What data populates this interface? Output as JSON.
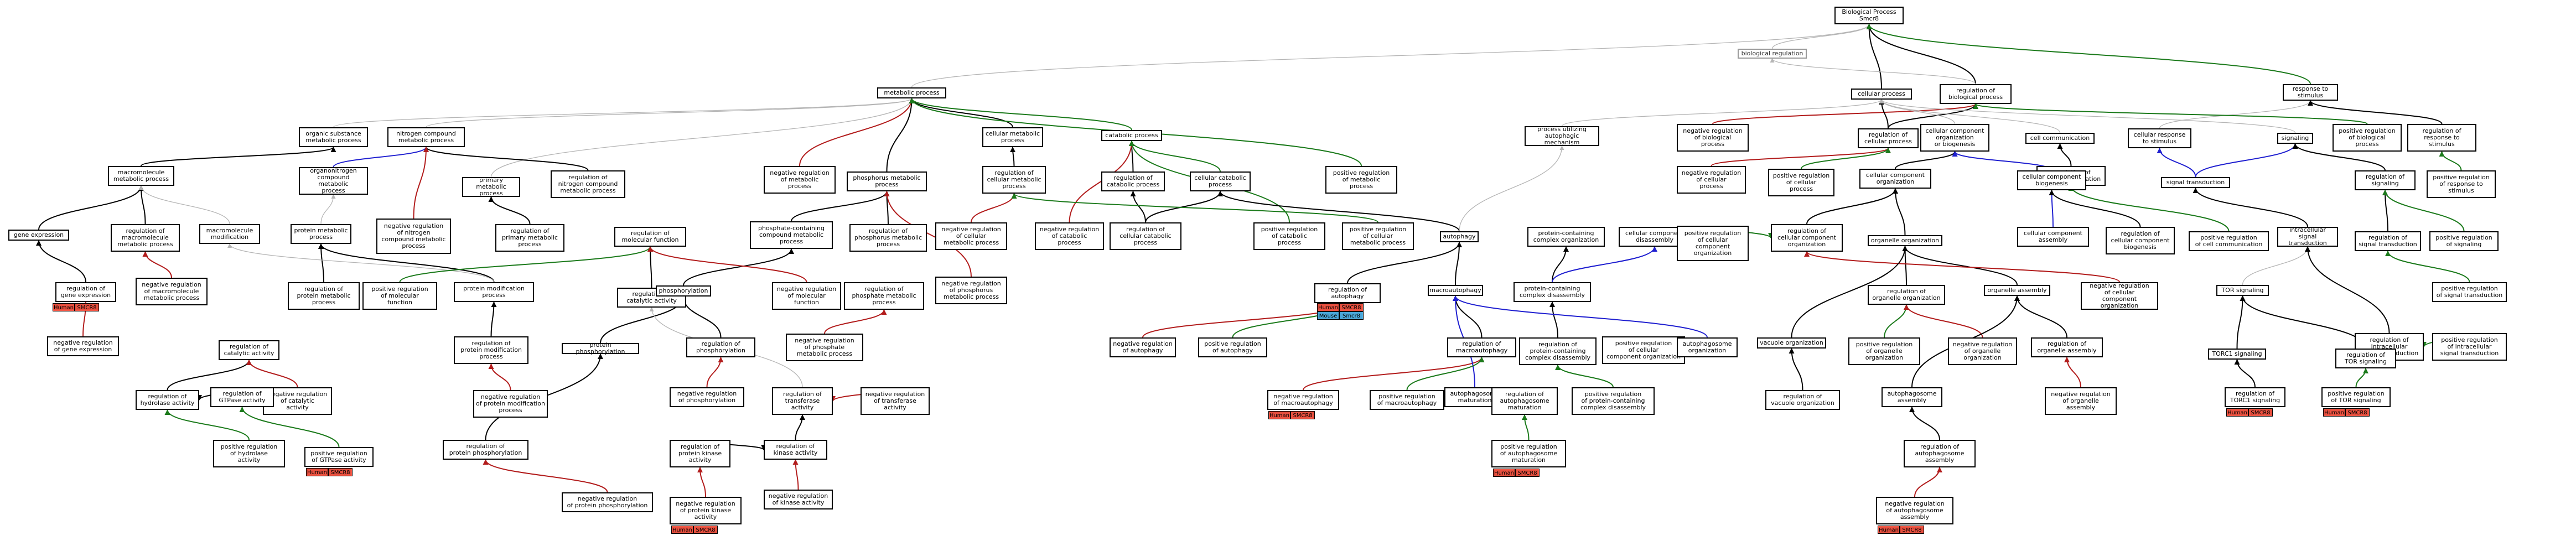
{
  "colors": {
    "arrow_black": "#000000",
    "arrow_red": "#b21c1c",
    "arrow_green": "#1b7a1b",
    "arrow_blue": "#1f1fd0",
    "arrow_grey": "#b5b5b5",
    "tag_human": "#e8503f",
    "tag_mouse": "#4aa6d8"
  },
  "nodes": {
    "bp": "Biological Process\nSmcr8",
    "biological_regulation": "biological regulation",
    "metabolic_process": "metabolic process",
    "cellular_process": "cellular process",
    "regulation_of_biological_process": "regulation of\nbiological process",
    "response_to_stimulus": "response to\nstimulus",
    "organic_substance_metabolic_process": "organic substance\nmetabolic process",
    "nitrogen_compound_metabolic_process": "nitrogen compound\nmetabolic process",
    "cellular_metabolic_process": "cellular metabolic\nprocess",
    "catabolic_process": "catabolic process",
    "process_utilizing_autophagic_mechanism": "process utilizing\nautophagic mechanism",
    "negative_regulation_of_biological_process": "negative regulation\nof biological\nprocess",
    "regulation_of_cellular_process": "regulation of\ncellular process",
    "cellular_component_organization_or_biogenesis": "cellular component\norganization\nor biogenesis",
    "cell_communication": "cell communication",
    "cellular_response_to_stimulus": "cellular response\nto stimulus",
    "signaling": "signaling",
    "positive_regulation_of_biological_process": "positive regulation\nof biological\nprocess",
    "regulation_of_response_to_stimulus": "regulation of\nresponse to\nstimulus",
    "macromolecule_metabolic_process": "macromolecule\nmetabolic process",
    "organonitrogen_compound_metabolic_process": "organonitrogen\ncompound metabolic\nprocess",
    "primary_metabolic_process": "primary metabolic\nprocess",
    "regulation_of_nitrogen_compound_metabolic_process": "regulation of\nnitrogen compound\nmetabolic process",
    "negative_regulation_of_metabolic_process": "negative regulation\nof metabolic\nprocess",
    "phosphorus_metabolic_process": "phosphorus metabolic\nprocess",
    "regulation_of_cellular_metabolic_process": "regulation of\ncellular metabolic\nprocess",
    "regulation_of_catabolic_process": "regulation of\ncatabolic process",
    "cellular_catabolic_process": "cellular catabolic\nprocess",
    "positive_regulation_of_metabolic_process": "positive regulation\nof metabolic\nprocess",
    "negative_regulation_of_cellular_process": "negative regulation\nof cellular\nprocess",
    "positive_regulation_of_cellular_process": "positive regulation\nof cellular\nprocess",
    "cellular_component_organization": "cellular component\norganization",
    "cellular_component_biogenesis": "cellular component\nbiogenesis",
    "regulation_of_cell_communication": "regulation of\ncell communication",
    "signal_transduction": "signal transduction",
    "regulation_of_signaling": "regulation of\nsignaling",
    "positive_regulation_of_response_to_stimulus": "positive regulation\nof response to\nstimulus",
    "gene_expression": "gene expression",
    "regulation_of_macromolecule_metabolic_process": "regulation of\nmacromolecule\nmetabolic process",
    "macromolecule_modification": "macromolecule\nmodification",
    "protein_metabolic_process": "protein metabolic\nprocess",
    "negative_regulation_of_nitrogen_compound_metabolic_process": "negative regulation\nof nitrogen\ncompound metabolic\nprocess",
    "regulation_of_primary_metabolic_process": "regulation of\nprimary metabolic\nprocess",
    "regulation_of_molecular_function": "regulation of\nmolecular function",
    "phosphate_containing_compound_metabolic_process": "phosphate-containing\ncompound metabolic\nprocess",
    "regulation_of_phosphorus_metabolic_process": "regulation of\nphosphorus metabolic\nprocess",
    "negative_regulation_of_cellular_metabolic_process": "negative regulation\nof cellular\nmetabolic process",
    "negative_regulation_of_catabolic_process": "negative regulation\nof catabolic\nprocess",
    "regulation_of_cellular_catabolic_process": "regulation of\ncellular catabolic\nprocess",
    "positive_regulation_of_catabolic_process": "positive regulation\nof catabolic\nprocess",
    "positive_regulation_of_cellular_metabolic_process": "positive regulation\nof cellular\nmetabolic process",
    "autophagy": "autophagy",
    "protein_containing_complex_organization": "protein-containing\ncomplex organization",
    "cellular_component_disassembly": "cellular component\ndisassembly",
    "positive_regulation_of_cellular_component_organization": "positive regulation\nof cellular\ncomponent\norganization",
    "regulation_of_cellular_component_organization": "regulation of\ncellular component\norganization",
    "organelle_organization": "organelle organization",
    "cellular_component_assembly": "cellular component\nassembly",
    "regulation_of_cellular_component_biogenesis": "regulation of\ncellular component\nbiogenesis",
    "positive_regulation_of_cell_communication": "positive regulation\nof cell communication",
    "intracellular_signal_transduction": "intracellular\nsignal transduction",
    "regulation_of_signal_transduction": "regulation of\nsignal transduction",
    "positive_regulation_of_signaling": "positive regulation\nof signaling",
    "regulation_of_gene_expression": "regulation of\ngene expression",
    "negative_regulation_of_macromolecule_metabolic_process": "negative regulation\nof macromolecule\nmetabolic process",
    "regulation_of_protein_metabolic_process": "regulation of\nprotein metabolic\nprocess",
    "positive_regulation_of_molecular_function": "positive regulation\nof molecular\nfunction",
    "protein_modification_process": "protein modification\nprocess",
    "regulation_of_catalytic_activity": "regulation of\ncatalytic activity",
    "phosphorylation": "phosphorylation",
    "negative_regulation_of_molecular_function": "negative regulation\nof molecular\nfunction",
    "regulation_of_phosphate_metabolic_process": "regulation of\nphosphate metabolic\nprocess",
    "negative_regulation_of_phosphorus_metabolic_process": "negative regulation\nof phosphorus\nmetabolic process",
    "regulation_of_autophagy": "regulation of\nautophagy",
    "macroautophagy": "macroautophagy",
    "protein_containing_complex_disassembly": "protein-containing\ncomplex disassembly",
    "positive_regulation_of_cellular_component_organization_2": "positive regulation\nof cellular\ncomponent organization",
    "regulation_of_organelle_organization": "regulation of\norganelle organization",
    "organelle_assembly": "organelle assembly",
    "negative_regulation_of_cellular_component_organization": "negative regulation\nof cellular\ncomponent organization",
    "tor_signaling": "TOR signaling",
    "positive_regulation_of_signal_transduction": "positive regulation\nof signal transduction",
    "negative_regulation_of_gene_expression": "negative regulation\nof gene expression",
    "negative_regulation_of_protein_metabolic_process": "negative regulation\nof protein metabolic\nprocess",
    "regulation_of_protein_modification_process": "regulation of\nprotein modification\nprocess",
    "regulation_of_phosphorylation": "regulation of\nphosphorylation",
    "negative_regulation_of_phosphate_metabolic_process": "negative regulation\nof phosphate\nmetabolic process",
    "negative_regulation_of_autophagy": "negative regulation\nof autophagy",
    "positive_regulation_of_autophagy": "positive regulation\nof autophagy",
    "regulation_of_macroautophagy": "regulation of\nmacroautophagy",
    "regulation_of_protein_containing_complex_disassembly": "regulation of\nprotein-containing\ncomplex disassembly",
    "autophagosome_organization": "autophagosome\norganization",
    "vacuole_organization": "vacuole organization",
    "positive_regulation_of_organelle_organization": "positive regulation\nof organelle\norganization",
    "negative_regulation_of_organelle_organization": "negative regulation\nof organelle\norganization",
    "regulation_of_organelle_assembly": "regulation of\norganelle assembly",
    "regulation_of_intracellular_signal_transduction": "regulation of\nintracellular\nsignal transduction",
    "positive_regulation_of_intracellular_signal_transduction": "positive regulation\nof intracellular\nsignal transduction",
    "regulation_of_catalytic_activity_2": "regulation of\ncatalytic activity",
    "negative_regulation_of_catalytic_activity": "negative regulation\nof catalytic\nactivity",
    "regulation_of_hydrolase_activity": "regulation of\nhydrolase activity",
    "negative_regulation_of_protein_modification_process": "negative regulation\nof protein modification\nprocess",
    "protein_phosphorylation": "protein phosphorylation",
    "negative_regulation_of_phosphorylation": "negative regulation\nof phosphorylation",
    "regulation_of_transferase_activity": "regulation of\ntransferase\nactivity",
    "negative_regulation_of_transferase_activity": "negative regulation\nof transferase\nactivity",
    "negative_regulation_of_macroautophagy": "negative regulation\nof macroautophagy",
    "autophagosome_maturation": "autophagosome\nmaturation",
    "positive_regulation_of_macroautophagy": "positive regulation\nof macroautophagy",
    "regulation_of_autophagosome_maturation": "regulation of\nautophagosome\nmaturation",
    "positive_regulation_of_protein_containing_complex_disassembly": "positive regulation\nof protein-containing\ncomplex disassembly",
    "autophagosome_assembly": "autophagosome\nassembly",
    "regulation_of_vacuole_organization": "regulation of\nvacuole organization",
    "negative_regulation_of_organelle_assembly": "negative regulation\nof organelle\nassembly",
    "torc1_signaling": "TORC1 signaling",
    "regulation_of_tor_signaling": "regulation of\nTOR signaling",
    "regulation_of_torc1_signaling": "regulation of\nTORC1 signaling",
    "positive_regulation_of_tor_signaling": "positive regulation\nof TOR signaling",
    "regulation_of_gtpase_activity": "regulation of\nGTPase activity",
    "positive_regulation_of_hydrolase_activity": "positive regulation\nof hydrolase\nactivity",
    "positive_regulation_of_gtpase_activity": "positive regulation\nof GTPase activity",
    "regulation_of_protein_phosphorylation": "regulation of\nprotein phosphorylation",
    "negative_regulation_of_protein_phosphorylation": "negative regulation\nof protein phosphorylation",
    "regulation_of_kinase_activity": "regulation of\nkinase activity",
    "regulation_of_protein_kinase_activity": "regulation of\nprotein kinase\nactivity",
    "negative_regulation_of_kinase_activity": "negative regulation\nof kinase activity",
    "negative_regulation_of_protein_kinase_activity": "negative regulation\nof protein kinase\nactivity",
    "positive_regulation_of_autophagosome_maturation": "positive regulation\nof autophagosome\nmaturation",
    "regulation_of_autophagosome_assembly": "regulation of\nautophagosome\nassembly",
    "negative_regulation_of_autophagosome_assembly": "negative regulation\nof autophagosome\nassembly"
  },
  "species_tags": {
    "human": "Human",
    "mouse": "Mouse",
    "gene": "SMCR8",
    "gene_mouse": "Smcr8"
  }
}
